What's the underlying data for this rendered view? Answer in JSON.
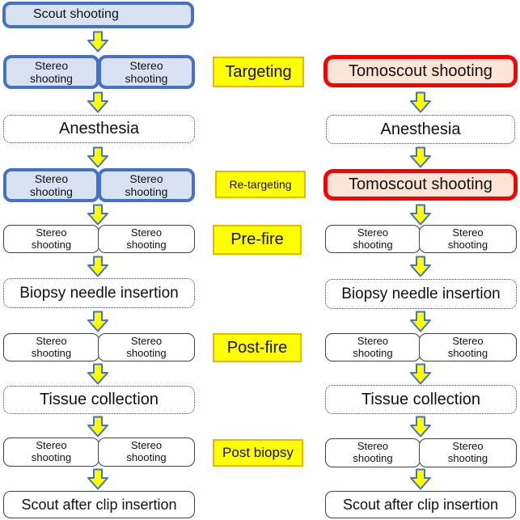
{
  "figure": {
    "description": "Biopsy procedure workflow comparison flowchart",
    "left_workflow": {
      "steps": [
        {
          "label": "Scout shooting"
        },
        {
          "label": "Stereo shooting"
        },
        {
          "label": "Anesthesia"
        },
        {
          "label": "Stereo shooting"
        },
        {
          "label": "Stereo shooting"
        },
        {
          "label": "Biopsy needle insertion"
        },
        {
          "label": "Stereo shooting"
        },
        {
          "label": "Tissue collection"
        },
        {
          "label": "Stereo shooting"
        },
        {
          "label": "Scout after clip insertion"
        }
      ]
    },
    "right_workflow": {
      "steps": [
        {
          "label": "Tomoscout shooting"
        },
        {
          "label": "Anesthesia"
        },
        {
          "label": "Tomoscout shooting"
        },
        {
          "label": "Stereo shooting"
        },
        {
          "label": "Biopsy needle insertion"
        },
        {
          "label": "Stereo shooting"
        },
        {
          "label": "Tissue collection"
        },
        {
          "label": "Stereo shooting"
        },
        {
          "label": "Scout after clip insertion"
        }
      ]
    },
    "stage_labels": [
      {
        "label": "Targeting"
      },
      {
        "label": "Re-targeting"
      },
      {
        "label": "Pre-fire"
      },
      {
        "label": "Post-fire"
      },
      {
        "label": "Post biopsy"
      }
    ],
    "colors": {
      "blue_border": "#4472C4",
      "blue_fill": "#D9E2F3",
      "red_border": "#FA0000",
      "red_fill": "#FCE4D6",
      "label_fill": "#FFFF00",
      "label_border": "#E7B800",
      "arrow_fill": "#FFFF00",
      "arrow_stroke": "#4472C4",
      "plain_border": "#404040",
      "background": "#FFFFFF"
    }
  }
}
